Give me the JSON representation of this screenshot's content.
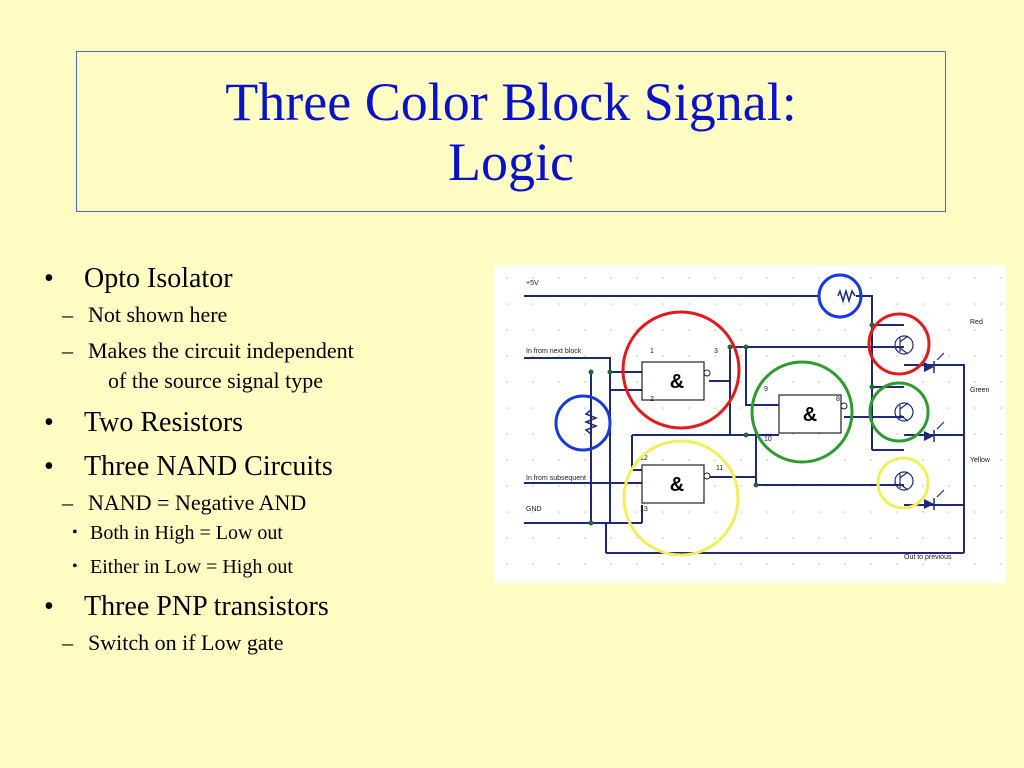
{
  "slide": {
    "title_line1": "Three Color Block Signal:",
    "title_line2": "Logic"
  },
  "bullets": {
    "opto": {
      "label": "Opto Isolator",
      "sub1": "Not shown here",
      "sub2_line1": "Makes the circuit independent",
      "sub2_line2": "of the source signal type"
    },
    "resistors": {
      "label": "Two Resistors"
    },
    "nand": {
      "label": "Three NAND Circuits",
      "sub1": "NAND = Negative AND",
      "subsub1": "Both in High = Low out",
      "subsub2": "Either in Low = High out"
    },
    "pnp": {
      "label": "Three PNP transistors",
      "sub1": "Switch on if Low gate"
    }
  },
  "circuit": {
    "labels": {
      "plus5v": "+5V",
      "in_next": "In from next block",
      "in_subsequent": "In from subsequent",
      "gnd": "GND",
      "out_prev": "Out to previous",
      "red": "Red",
      "green": "Green",
      "yellow": "Yellow"
    },
    "gate_symbol": "&",
    "pins": {
      "g1_in1": "1",
      "g1_in2": "2",
      "g1_out": "3",
      "g2_in1": "9",
      "g2_in2": "10",
      "g2_out": "8",
      "g3_in1": "12",
      "g3_in2": "13",
      "g3_out": "11"
    },
    "colors": {
      "wire": "#1e2a78",
      "red_marker": "#e11b1b",
      "green_marker": "#2e9b2e",
      "yellow_marker": "#f2ee5a",
      "blue_marker": "#1a3ad8",
      "junction": "#1e6b3a"
    }
  }
}
